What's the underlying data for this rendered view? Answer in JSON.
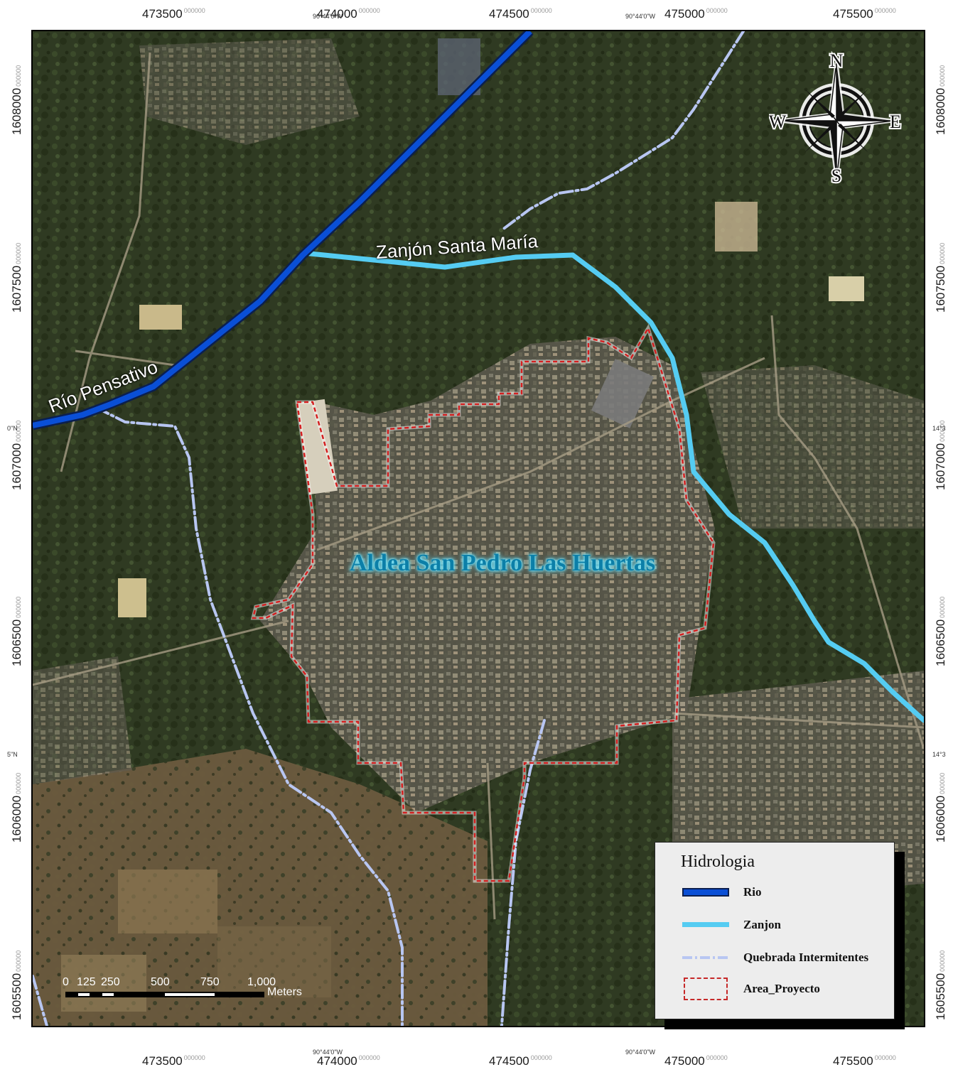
{
  "map": {
    "grid_x": [
      {
        "main": "473500",
        "frac": "000000"
      },
      {
        "main": "474000",
        "frac": "000000"
      },
      {
        "main": "474500",
        "frac": "000000"
      },
      {
        "main": "475000",
        "frac": "000000"
      },
      {
        "main": "475500",
        "frac": "000000"
      }
    ],
    "grid_y": [
      {
        "main": "1608000",
        "frac": "000000"
      },
      {
        "main": "1607500",
        "frac": "000000"
      },
      {
        "main": "1607000",
        "frac": "000000"
      },
      {
        "main": "1606500",
        "frac": "000000"
      },
      {
        "main": "1606000",
        "frac": "000000"
      },
      {
        "main": "1605500",
        "frac": "000000"
      }
    ],
    "geo_top": [
      "90°44'0\"W",
      "90°44'0\"W"
    ],
    "geo_bottom": [
      "90°44'0\"W",
      "90°44'0\"W"
    ],
    "geo_left": [
      "0\"N",
      "5\"N"
    ],
    "geo_right": [
      "14°3",
      "14°3"
    ],
    "labels": {
      "river": "Río Pensativo",
      "zanjon": "Zanjón Santa María",
      "village": "Aldea San Pedro Las Huertas"
    },
    "compass": {
      "n": "N",
      "s": "S",
      "e": "E",
      "w": "W"
    },
    "scale": {
      "ticks": [
        "0",
        "125",
        "250",
        "500",
        "750",
        "1,000"
      ],
      "unit": "Meters"
    },
    "legend": {
      "title": "Hidrologia",
      "items": [
        {
          "label": "Rio",
          "color": "#0a4fd6"
        },
        {
          "label": "Zanjon",
          "color": "#55ccf2"
        },
        {
          "label": "Quebrada Intermitentes",
          "color": "#b8c6f2"
        },
        {
          "label": "Area_Proyecto",
          "color": "#c62828"
        }
      ]
    }
  }
}
